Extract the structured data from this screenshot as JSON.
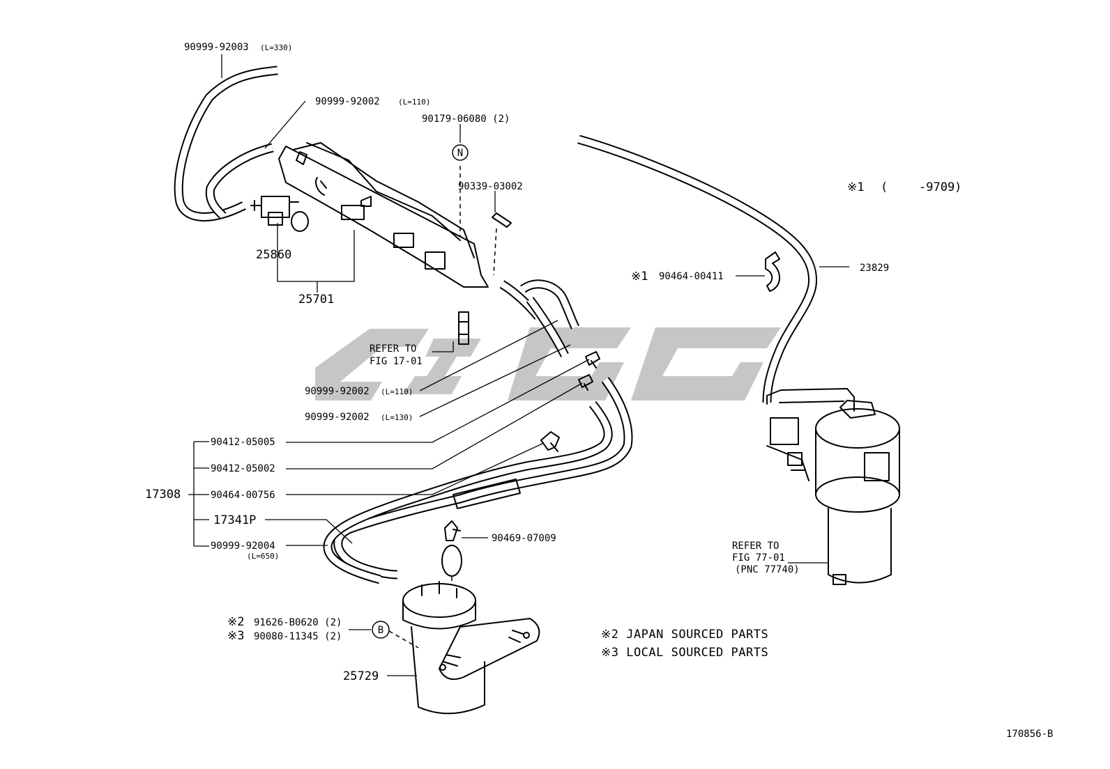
{
  "labels": {
    "p_90999_92003": "90999-92003",
    "p_90999_92003_len": "(L=330)",
    "p_90999_92002_a": "90999-92002",
    "p_90999_92002_a_len": "(L=110)",
    "p_90179_06080": "90179-06080 (2)",
    "symbol_n": "N",
    "p_90339_03002": "90339-03002",
    "p_25860": "25860",
    "p_25701": "25701",
    "p_23829": "23829",
    "note1_mark": "※1",
    "note1_paren": "(",
    "note1_code": "-9709)",
    "p_90464_00411_mark": "※1",
    "p_90464_00411": "90464-00411",
    "refer_17_line1": "REFER TO",
    "refer_17_line2": "FIG 17-01",
    "p_90999_92002_b": "90999-92002",
    "p_90999_92002_b_len": "(L=110)",
    "p_90999_92002_c": "90999-92002",
    "p_90999_92002_c_len": "(L=130)",
    "p_90412_05005": "90412-05005",
    "p_90412_05002": "90412-05002",
    "p_17308": "17308",
    "p_90464_00756": "90464-00756",
    "p_17341P": "17341P",
    "p_90999_92004": "90999-92004",
    "p_90999_92004_len": "(L=650)",
    "p_90469_07009": "90469-07009",
    "refer_77_line1": "REFER TO",
    "refer_77_line2": "FIG 77-01",
    "refer_77_line3": "(PNC 77740)",
    "p_91626_mark": "※2",
    "p_91626": "91626-B0620 (2)",
    "p_90080_mark": "※3",
    "p_90080": "90080-11345 (2)",
    "symbol_b": "B",
    "p_25729": "25729",
    "note2": "※2 JAPAN SOURCED PARTS",
    "note3": "※3 LOCAL SOURCED PARTS",
    "figure_code": "170856-B"
  },
  "colors": {
    "line": "#000000",
    "background": "#ffffff",
    "watermark": "#b9b9b9"
  }
}
